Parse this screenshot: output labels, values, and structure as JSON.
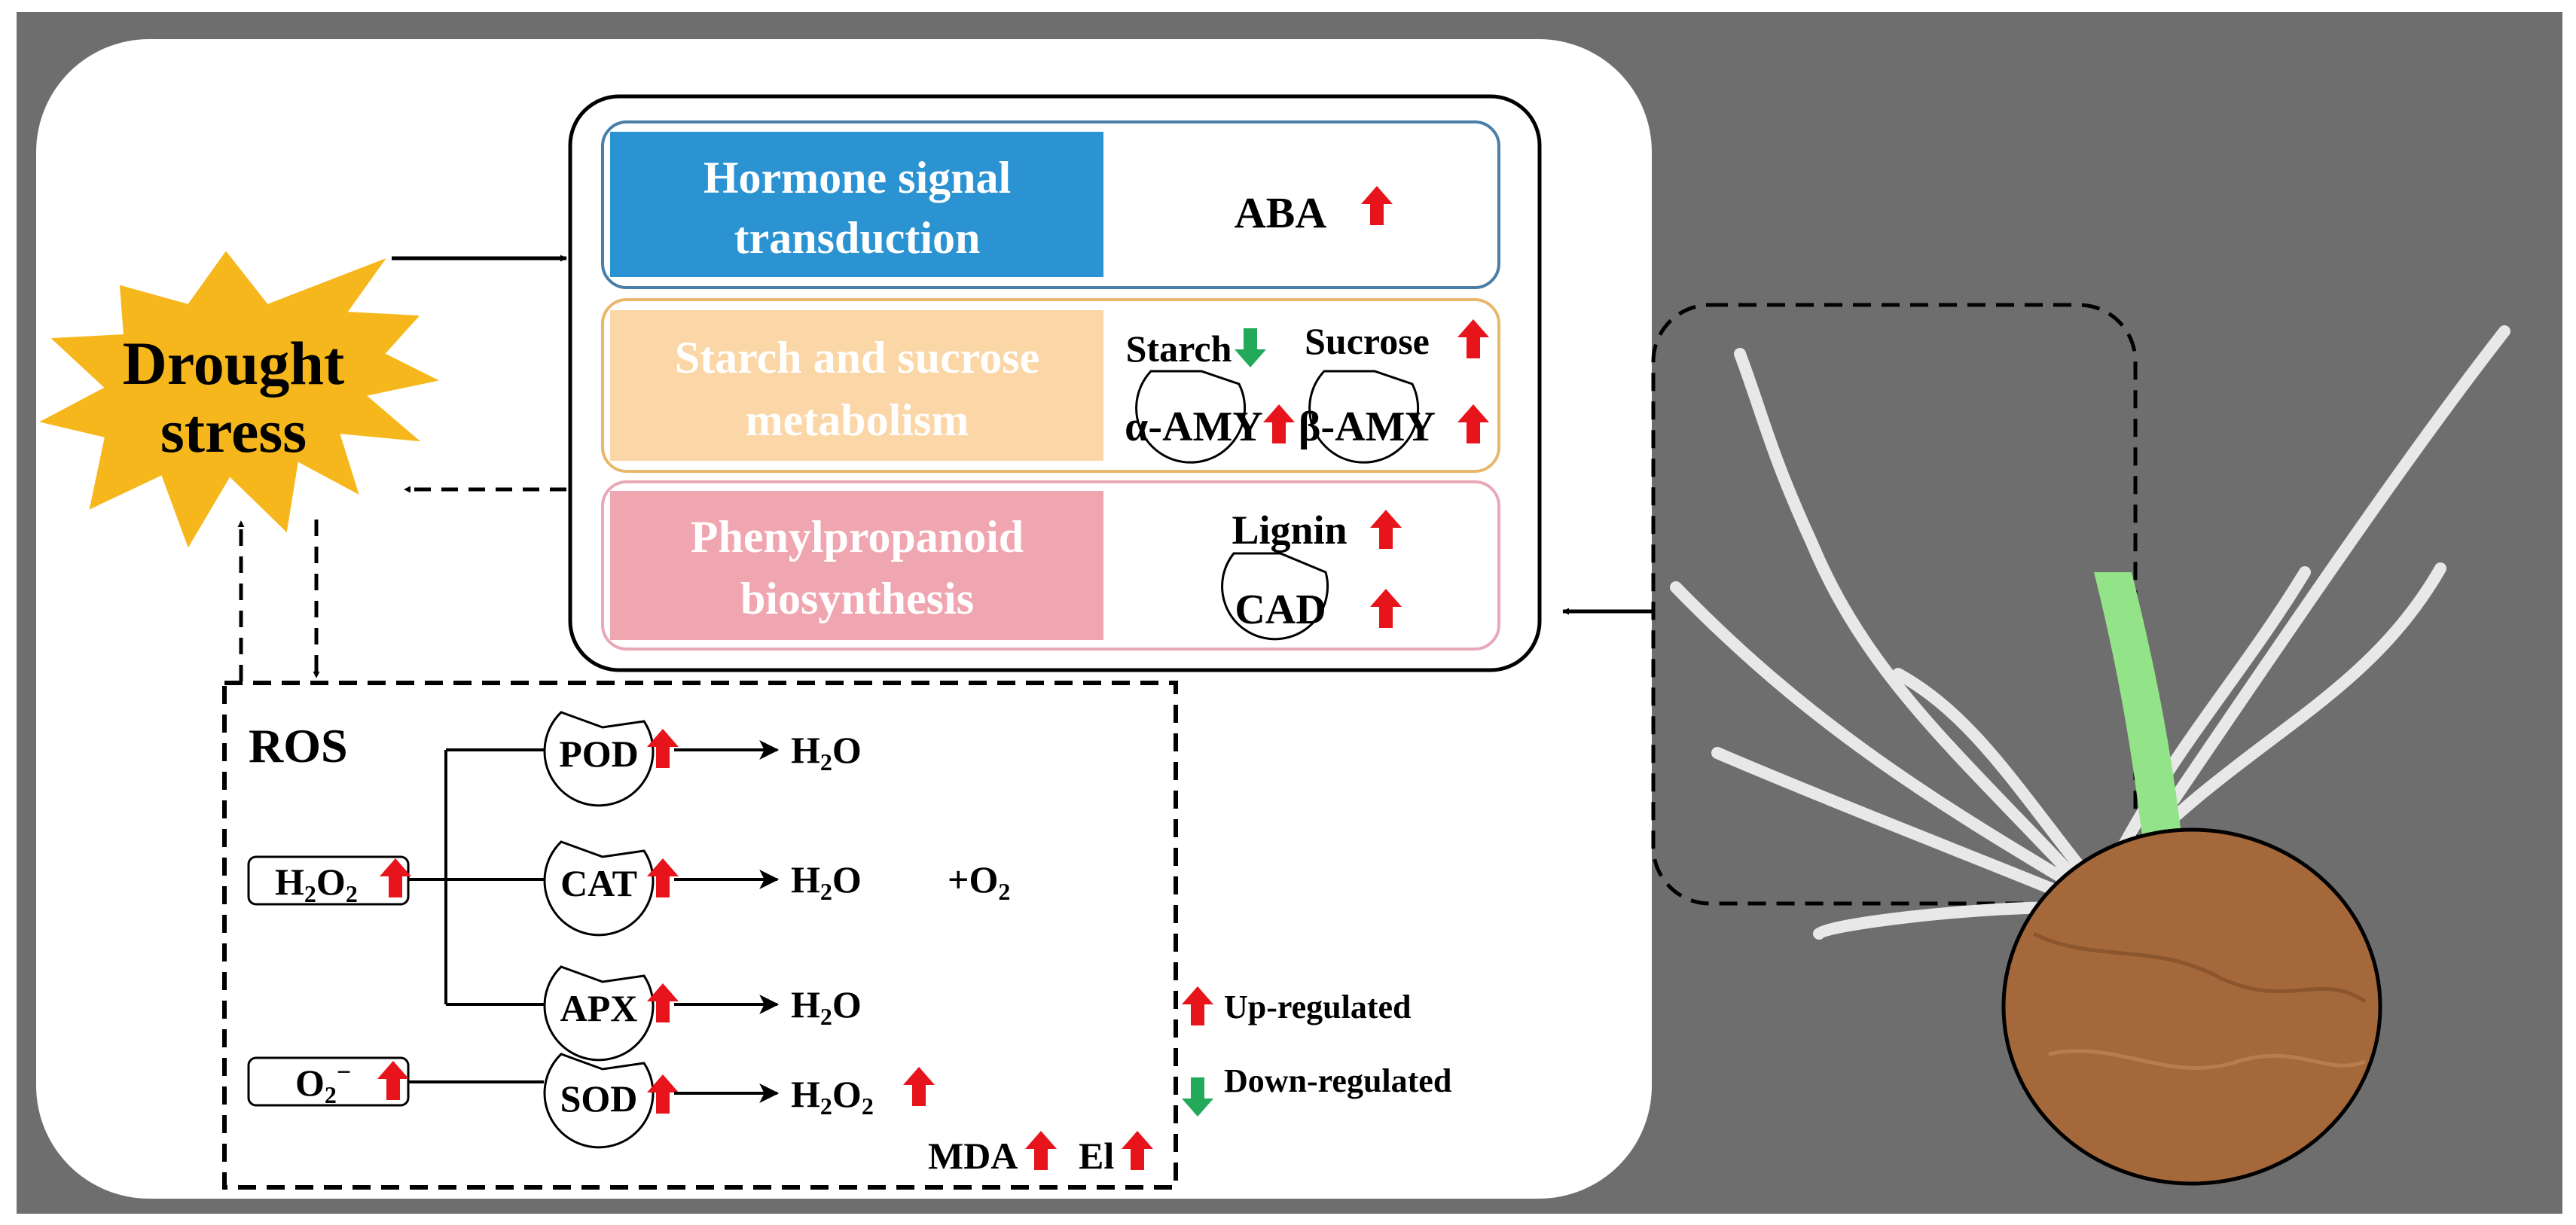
{
  "drought": {
    "line1": "Drought",
    "line2": "stress"
  },
  "pathways": {
    "hormone": {
      "label_line1": "Hormone signal",
      "label_line2": "transduction",
      "marker": "ABA",
      "marker_trend": "up"
    },
    "starch": {
      "label_line1": "Starch and sucrose",
      "label_line2": "metabolism",
      "starch": "Starch",
      "starch_trend": "down",
      "sucrose": "Sucrose",
      "sucrose_trend": "up",
      "alpha_amy": "α-AMY",
      "alpha_amy_trend": "up",
      "beta_amy": "β-AMY",
      "beta_amy_trend": "up"
    },
    "phenyl": {
      "label_line1": "Phenylpropanoid",
      "label_line2": "biosynthesis",
      "lignin": "Lignin",
      "lignin_trend": "up",
      "cad": "CAD",
      "cad_trend": "up"
    }
  },
  "ros": {
    "title": "ROS",
    "h2o2": {
      "base": "H",
      "sub1": "2",
      "mid": "O",
      "sub2": "2"
    },
    "o2": {
      "base": "O",
      "sub": "2",
      "sup": "−"
    },
    "enzymes": {
      "pod": "POD",
      "cat": "CAT",
      "apx": "APX",
      "sod": "SOD"
    },
    "water": {
      "base": "H",
      "sub": "2",
      "tail": "O"
    },
    "oxygen": {
      "prefix": "+O",
      "sub": "2"
    },
    "mda": "MDA",
    "el": "El"
  },
  "legend": {
    "up": "Up-regulated",
    "down": "Down-regulated"
  },
  "colors": {
    "background_gray": "#6e6e6e",
    "hormone_blue": "#2b93d2",
    "starch_peach": "#fbd6a6",
    "phenyl_pink": "#f0a6b0",
    "star_yellow": "#f6b71c",
    "up_red": "#e8141b",
    "down_green": "#22a95a",
    "corm_brown": "#a5683a",
    "leaf_green": "#93e388",
    "root_white": "#e8e8e8"
  }
}
